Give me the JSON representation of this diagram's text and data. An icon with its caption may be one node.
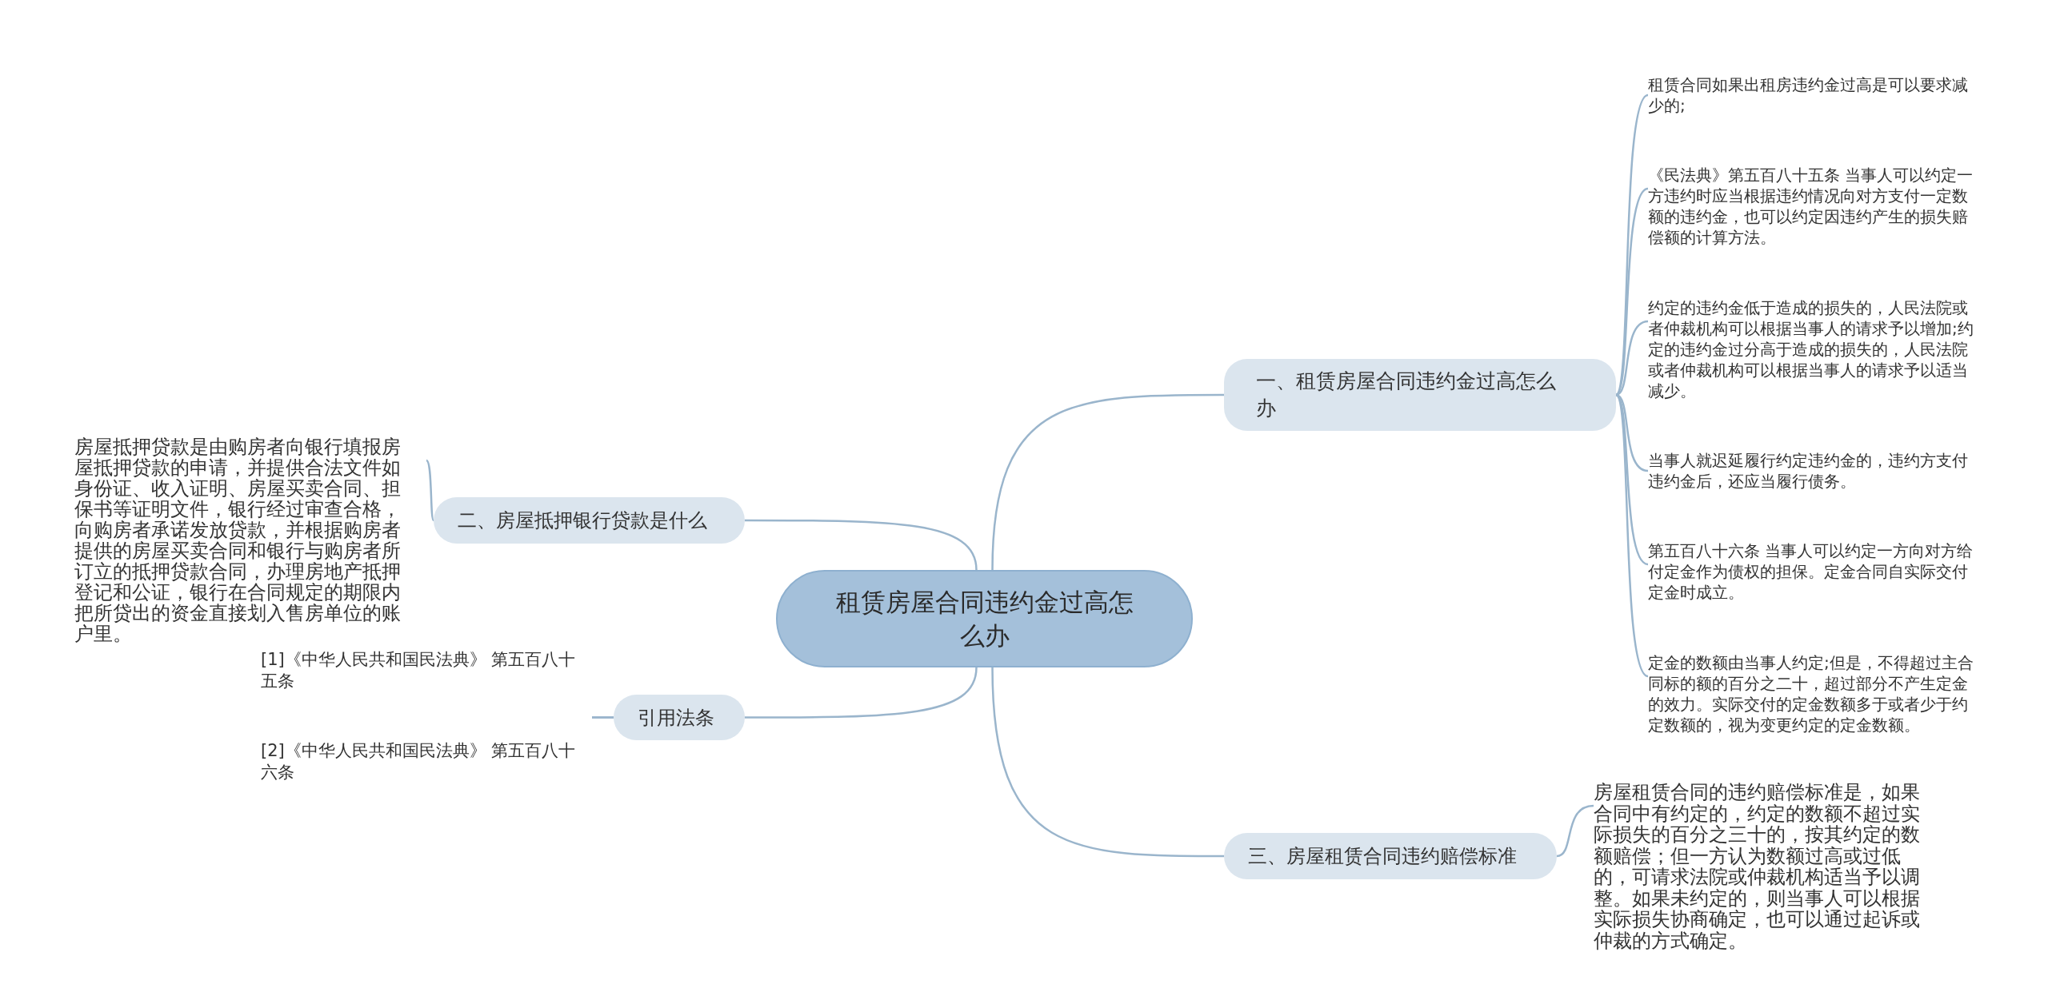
{
  "diagram": {
    "nodes": [
      {
        "text": [
          "租赁房屋合同违约金过高怎么办"
        ]
      },
      {
        "text": [
          "一、租赁房屋合同违约金过高怎么办"
        ]
      },
      {
        "text": [
          "租赁合同如果出租房违约金过高是可以要求减少的;"
        ]
      },
      {
        "text": [
          "《民法典》第五百八十五条 当事人可以约定一方违约时应当根据违约情况向对方支付一定数额的违约金，也可以约定因违约产生的损失赔偿额的计算方法。"
        ]
      },
      {
        "text": [
          "约定的违约金低于造成的损失的，人民法院或者仲裁机构可以根据当事人的请求予以增加;约定的违约金过分高于造成的损失的，人民法院或者仲裁机构可以根据当事人的请求予以适当减少。"
        ]
      },
      {
        "text": [
          "当事人就迟延履行约定违约金的，违约方支付违约金后，还应当履行债务。"
        ]
      },
      {
        "text": [
          "第五百八十六条 当事人可以约定一方向对方给付定金作为债权的担保。定金合同自实际交付定金时成立。"
        ]
      },
      {
        "text": [
          "定金的数额由当事人约定;但是，不得超过主合同标的额的百分之二十，超过部分不产生定金的效力。实际交付的定金数额多于或者少于约定数额的，视为变更约定的定金数额。"
        ]
      },
      {
        "text": [
          "二、房屋抵押银行贷款是什么"
        ]
      },
      {
        "text": [
          "房屋抵押贷款是由购房者向银行填报房屋抵押贷款的申请，并提供合法文件如身份证、收入证明、房屋买卖合同、担保书等证明文件，银行经过审查合格，向购房者承诺发放贷款，并根据购房者提供的房屋买卖合同和银行与购房者所订立的抵押贷款合同，办理房地产抵押登记和公证，银行在合同规定的期限内把所贷出的资金直接划入售房单位的账户里。"
        ]
      },
      {
        "text": [
          "引用法条"
        ]
      },
      {
        "text": [
          "[1]《中华人民共和国民法典》 第五百八十五条"
        ]
      },
      {
        "text": [
          "[2]《中华人民共和国民法典》 第五百八十六条"
        ]
      },
      {
        "text": [
          "三、房屋租赁合同违约赔偿标准"
        ]
      },
      {
        "text": [
          "房屋租赁合同的违约赔偿标准是，如果合同中有约定的，约定的数额不超过实际损失的百分之三十的，按其约定的数额赔偿；但一方认为数额过高或过低的，可请求法院或仲裁机构适当予以调整。如果未约定的，则当事人可以根据实际损失协商确定，也可以通过起诉或仲裁的方式确定。"
        ]
      }
    ],
    "edges": [
      {
        "from": 0,
        "to": 1,
        "arrow": "none"
      },
      {
        "from": 1,
        "to": 2,
        "arrow": "none"
      },
      {
        "from": 1,
        "to": 3,
        "arrow": "none"
      },
      {
        "from": 1,
        "to": 4,
        "arrow": "none"
      },
      {
        "from": 1,
        "to": 5,
        "arrow": "none"
      },
      {
        "from": 1,
        "to": 6,
        "arrow": "none"
      },
      {
        "from": 1,
        "to": 7,
        "arrow": "none"
      },
      {
        "from": 0,
        "to": 8,
        "arrow": "none"
      },
      {
        "from": 8,
        "to": 9,
        "arrow": "none"
      },
      {
        "from": 0,
        "to": 10,
        "arrow": "none"
      },
      {
        "from": 10,
        "to": 11,
        "arrow": "none"
      },
      {
        "from": 10,
        "to": 12,
        "arrow": "none"
      },
      {
        "from": 0,
        "to": 13,
        "arrow": "none"
      },
      {
        "from": 13,
        "to": 14,
        "arrow": "none"
      }
    ]
  }
}
